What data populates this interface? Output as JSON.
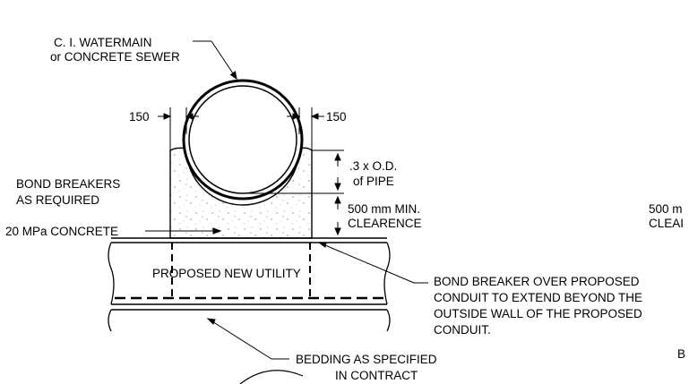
{
  "labels": {
    "pipe_line1": "C. I. WATERMAIN",
    "pipe_line2": "or CONCRETE SEWER",
    "dim_left": "150",
    "dim_right": "150",
    "od_line1": ".3 x O.D.",
    "od_line2": "of PIPE",
    "clear_line1": "500 mm MIN.",
    "clear_line2": "CLEARENCE",
    "bond_line1": "BOND BREAKERS",
    "bond_line2": "AS REQUIRED",
    "concrete": "20 MPa CONCRETE",
    "utility": "PROPOSED NEW UTILITY",
    "bb_line1": "BOND BREAKER OVER PROPOSED",
    "bb_line2": "CONDUIT TO EXTEND BEYOND THE",
    "bb_line3": "OUTSIDE WALL OF THE PROPOSED",
    "bb_line4": "CONDUIT.",
    "bed_line1": "BEDDING AS SPECIFIED",
    "bed_line2": "IN CONTRACT",
    "right_clip1": "500 m",
    "right_clip2": "CLEAI",
    "right_clip3": "B"
  }
}
